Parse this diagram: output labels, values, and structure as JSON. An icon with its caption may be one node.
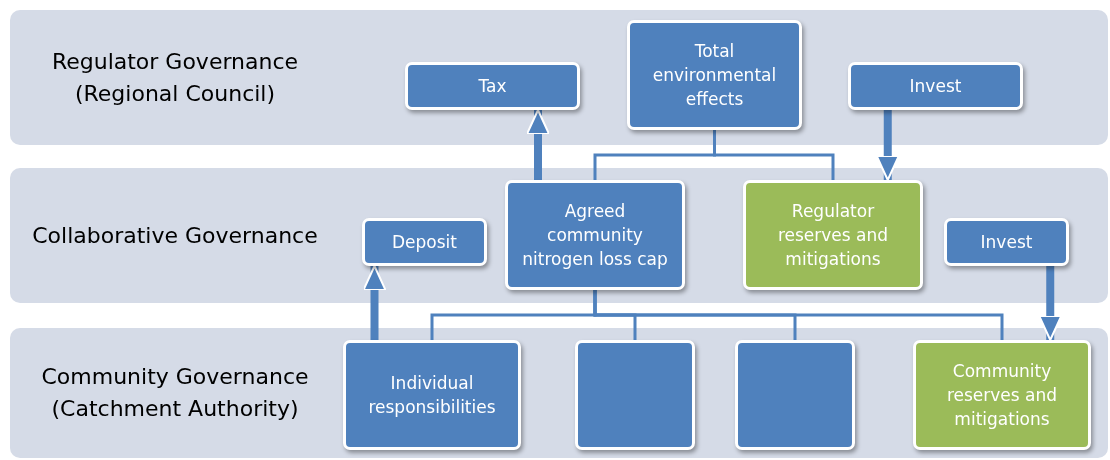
{
  "diagram": {
    "nodes": [
      {
        "text": [
          "Regulator Governance (Regional Council)"
        ]
      },
      {
        "text": [
          "Tax"
        ],
        "in": 0
      },
      {
        "text": [
          "Total environmental effects"
        ],
        "in": 0
      },
      {
        "text": [
          "Invest"
        ],
        "in": 0
      },
      {
        "text": [
          "Collaborative Governance"
        ]
      },
      {
        "text": [
          "Deposit"
        ],
        "in": 4
      },
      {
        "text": [
          "Agreed community nitrogen loss cap"
        ],
        "in": 4
      },
      {
        "text": [
          "Regulator reserves and mitigations"
        ],
        "in": 4
      },
      {
        "text": [
          "Invest"
        ],
        "in": 4
      },
      {
        "text": [
          "Community Governance (Catchment Authority)"
        ]
      },
      {
        "text": [
          "Individual responsibilities"
        ],
        "in": 9
      },
      {
        "text": [],
        "shape": "box",
        "in": 9
      },
      {
        "text": [],
        "shape": "box",
        "in": 9
      },
      {
        "text": [
          "Community reserves and mitigations"
        ],
        "in": 9
      }
    ],
    "edges": [
      {
        "from": 2,
        "to": 6,
        "arrow": "none"
      },
      {
        "from": 2,
        "to": 7,
        "arrow": "none"
      },
      {
        "from": 6,
        "to": 10,
        "arrow": "none"
      },
      {
        "from": 6,
        "to": 11,
        "arrow": "none"
      },
      {
        "from": 6,
        "to": 12,
        "arrow": "none"
      },
      {
        "from": 6,
        "to": 13,
        "arrow": "none"
      },
      {
        "from": 6,
        "to": 1,
        "arrow": "to",
        "style": "thick"
      },
      {
        "from": 3,
        "to": 7,
        "arrow": "to",
        "style": "thick"
      },
      {
        "from": 10,
        "to": 5,
        "arrow": "to",
        "style": "thick"
      },
      {
        "from": 8,
        "to": 13,
        "arrow": "to",
        "style": "thick"
      }
    ]
  }
}
